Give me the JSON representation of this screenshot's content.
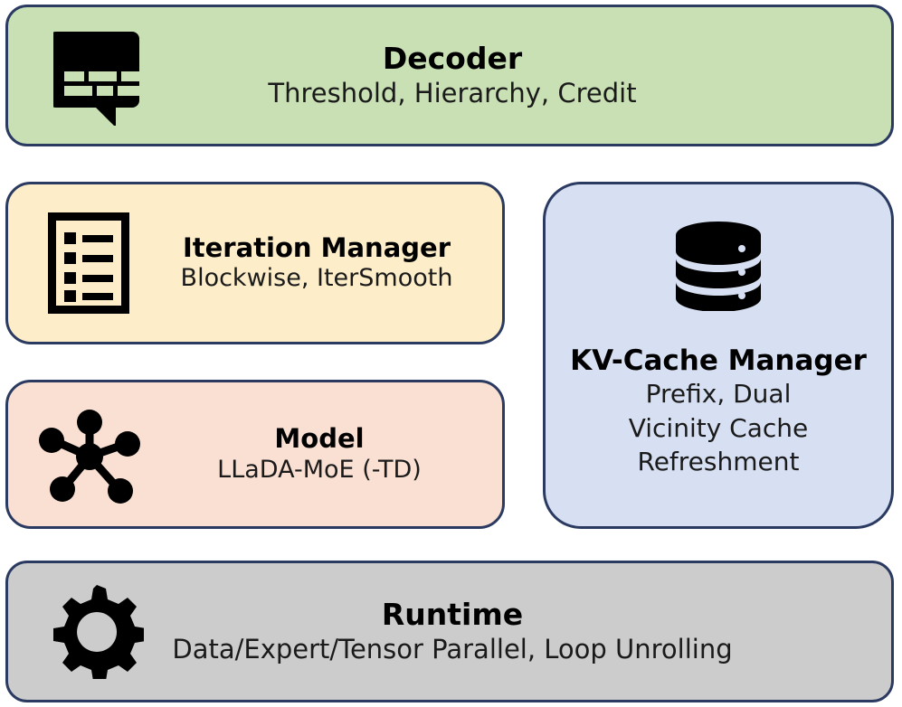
{
  "diagram": {
    "type": "layered-architecture",
    "background_color": "#ffffff",
    "border_color": "#2b3a61",
    "blocks": [
      {
        "id": "decoder",
        "title": "Decoder",
        "subtitle": "Threshold, Hierarchy, Credit",
        "icon": "speech-bubble-subtitles-icon",
        "fill_color": "#c8e0b4",
        "color_name": "green"
      },
      {
        "id": "iteration-manager",
        "title": "Iteration Manager",
        "subtitle": "Blockwise, IterSmooth",
        "icon": "checklist-document-icon",
        "fill_color": "#fdedc8",
        "color_name": "yellow"
      },
      {
        "id": "model",
        "title": "Model",
        "subtitle": "LLaDA-MoE (-TD)",
        "icon": "network-hub-icon",
        "fill_color": "#fae0d2",
        "color_name": "pink"
      },
      {
        "id": "kv-cache-manager",
        "title": "KV-Cache Manager",
        "subtitle_line1": "Prefix, Dual",
        "subtitle_line2": "Vicinity Cache",
        "subtitle_line3": "Refreshment",
        "icon": "database-cylinder-icon",
        "fill_color": "#d7e0f2",
        "color_name": "blue"
      },
      {
        "id": "runtime",
        "title": "Runtime",
        "subtitle": "Data/Expert/Tensor Parallel, Loop Unrolling",
        "icon": "gear-icon",
        "fill_color": "#cccccc",
        "color_name": "gray"
      }
    ]
  }
}
